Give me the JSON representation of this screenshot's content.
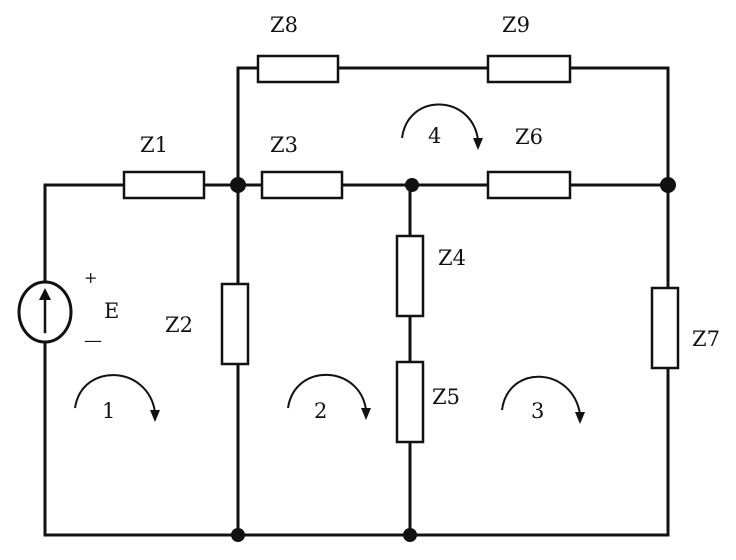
{
  "components": {
    "z1": "Z1",
    "z2": "Z2",
    "z3": "Z3",
    "z4": "Z4",
    "z5": "Z5",
    "z6": "Z6",
    "z7": "Z7",
    "z8": "Z8",
    "z9": "Z9"
  },
  "source": {
    "label": "E",
    "plus": "+",
    "minus": "—"
  },
  "loops": [
    "1",
    "2",
    "3",
    "4"
  ]
}
